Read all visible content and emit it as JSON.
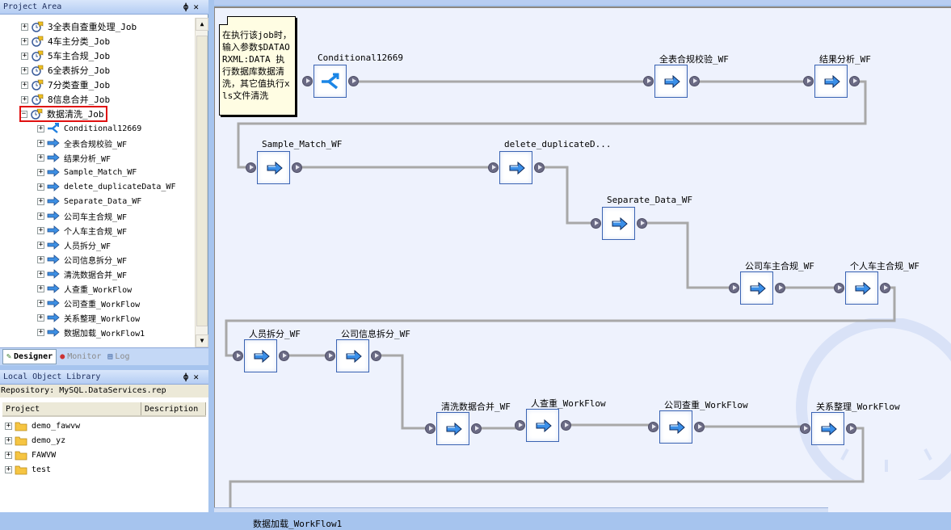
{
  "project_area": {
    "title": "Project Area",
    "pin_icon": "pin-icon",
    "close_icon": "close-icon",
    "jobs": [
      {
        "label": "3全表自查重处理_Job",
        "expanded": false,
        "icon": "job-icon"
      },
      {
        "label": "4车主分类_Job",
        "expanded": false,
        "icon": "job-icon"
      },
      {
        "label": "5车主合规_Job",
        "expanded": false,
        "icon": "job-icon"
      },
      {
        "label": "6全表拆分_Job",
        "expanded": false,
        "icon": "job-icon"
      },
      {
        "label": "7分类查重_Job",
        "expanded": false,
        "icon": "job-icon"
      },
      {
        "label": "8信息合并_Job",
        "expanded": false,
        "icon": "job-icon"
      },
      {
        "label": "数据清洗_Job",
        "expanded": true,
        "selected": true,
        "icon": "job-icon"
      }
    ],
    "children": [
      {
        "label": "Conditional12669",
        "icon": "conditional-icon"
      },
      {
        "label": "全表合规校验_WF",
        "icon": "workflow-icon"
      },
      {
        "label": "结果分析_WF",
        "icon": "workflow-icon"
      },
      {
        "label": "Sample_Match_WF",
        "icon": "workflow-icon"
      },
      {
        "label": "delete_duplicateData_WF",
        "icon": "workflow-icon"
      },
      {
        "label": "Separate_Data_WF",
        "icon": "workflow-icon"
      },
      {
        "label": "公司车主合规_WF",
        "icon": "workflow-icon"
      },
      {
        "label": "个人车主合规_WF",
        "icon": "workflow-icon"
      },
      {
        "label": "人员拆分_WF",
        "icon": "workflow-icon"
      },
      {
        "label": "公司信息拆分_WF",
        "icon": "workflow-icon"
      },
      {
        "label": "清洗数据合并_WF",
        "icon": "workflow-icon"
      },
      {
        "label": "人查重_WorkFlow",
        "icon": "workflow-icon"
      },
      {
        "label": "公司查重_WorkFlow",
        "icon": "workflow-icon"
      },
      {
        "label": "关系整理_WorkFlow",
        "icon": "workflow-icon"
      },
      {
        "label": "数据加载_WorkFlow1",
        "icon": "workflow-icon"
      }
    ],
    "tabs": [
      {
        "label": "Designer",
        "active": true,
        "icon": "designer-icon"
      },
      {
        "label": "Monitor",
        "active": false,
        "icon": "traffic-light-icon"
      },
      {
        "label": "Log",
        "active": false,
        "icon": "log-icon"
      }
    ]
  },
  "local_object_library": {
    "title": "Local Object Library",
    "repository": "Repository: MySQL.DataServices.rep",
    "columns": [
      "Project",
      "Description"
    ],
    "projects": [
      "demo_fawvw",
      "demo_yz",
      "FAWVW",
      "test"
    ]
  },
  "canvas": {
    "note": "在执行该job时，输入参数$DATAORXML:DATA 执行数据库数据清洗，其它值执行xls文件清洗",
    "nodes": [
      {
        "label": "Conditional12669",
        "type": "conditional"
      },
      {
        "label": "全表合规校验_WF",
        "type": "workflow"
      },
      {
        "label": "结果分析_WF",
        "type": "workflow"
      },
      {
        "label": "Sample_Match_WF",
        "type": "workflow"
      },
      {
        "label": "delete_duplicateD...",
        "type": "workflow"
      },
      {
        "label": "Separate_Data_WF",
        "type": "workflow"
      },
      {
        "label": "公司车主合规_WF",
        "type": "workflow"
      },
      {
        "label": "个人车主合规_WF",
        "type": "workflow"
      },
      {
        "label": "人员拆分_WF",
        "type": "workflow"
      },
      {
        "label": "公司信息拆分_WF",
        "type": "workflow"
      },
      {
        "label": "清洗数据合并_WF",
        "type": "workflow"
      },
      {
        "label": "人查重_WorkFlow",
        "type": "workflow"
      },
      {
        "label": "公司查重_WorkFlow",
        "type": "workflow"
      },
      {
        "label": "关系整理_WorkFlow",
        "type": "workflow"
      },
      {
        "label": "数据加载_WorkFlow1",
        "type": "workflow"
      }
    ]
  },
  "colors": {
    "canvas_bg": "#eef2fd",
    "selection_outline": "#e01010",
    "connector": "#a8a8a8",
    "node_border": "#3b64b3"
  }
}
